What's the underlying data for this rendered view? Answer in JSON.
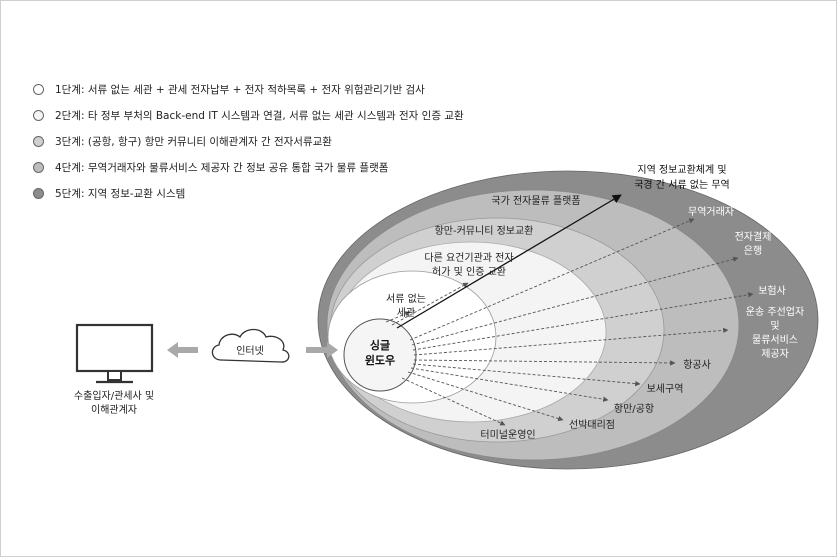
{
  "legend": {
    "items": [
      {
        "label": "1단계: 서류 없는 세관 + 관세 전자납부 + 전자 적하목록 + 전자 위험관리기반 검사",
        "fill": "#ffffff"
      },
      {
        "label": "2단계: 타 정부 부처의 Back-end IT 시스템과 연결, 서류 없는 세관 시스템과 전자 인증 교환",
        "fill": "#f4f4f4"
      },
      {
        "label": "3단계: (공항, 항구) 항만 커뮤니티 이해관계자 간 전자서류교환",
        "fill": "#d0d0d0"
      },
      {
        "label": "4단계: 무역거래자와 물류서비스 제공자 간 정보 공유 통합 국가 물류 플랫폼",
        "fill": "#bdbdbd"
      },
      {
        "label": "5단계: 지역 정보-교환 시스템",
        "fill": "#8c8c8c"
      }
    ]
  },
  "diagram": {
    "monitor_label_1": "수출입자/관세사 및",
    "monitor_label_2": "이해관계자",
    "internet_label": "인터넷",
    "single_window_1": "싱글",
    "single_window_2": "윈도우",
    "layers": {
      "l1": "서류 없는",
      "l1b": "세관",
      "l2": "다른 요건기관과 전자",
      "l2b": "허가 및 인증 교환",
      "l3": "항만-커뮤니티 정보교환",
      "l4": "국가 전자물류 플랫폼",
      "l5": "지역 정보교환체계 및",
      "l5b": "국경 간 서류 없는 무역"
    },
    "endpoints": {
      "trader": "무역거래자",
      "payment": "전자결제",
      "payment2": "은행",
      "insurance": "보험사",
      "logistics1": "운송 주선업자",
      "logistics2": "및",
      "logistics3": "물류서비스",
      "logistics4": "제공자",
      "airline": "항공사",
      "bonded": "보세구역",
      "port": "항만/공항",
      "shipping": "선박대리점",
      "terminal": "터미널운영인"
    },
    "colors": {
      "layer5": "#8c8c8c",
      "layer4": "#bdbdbd",
      "layer3": "#d0d0d0",
      "layer2": "#f4f4f4",
      "layer1": "#ffffff",
      "arrow": "#555555"
    }
  }
}
